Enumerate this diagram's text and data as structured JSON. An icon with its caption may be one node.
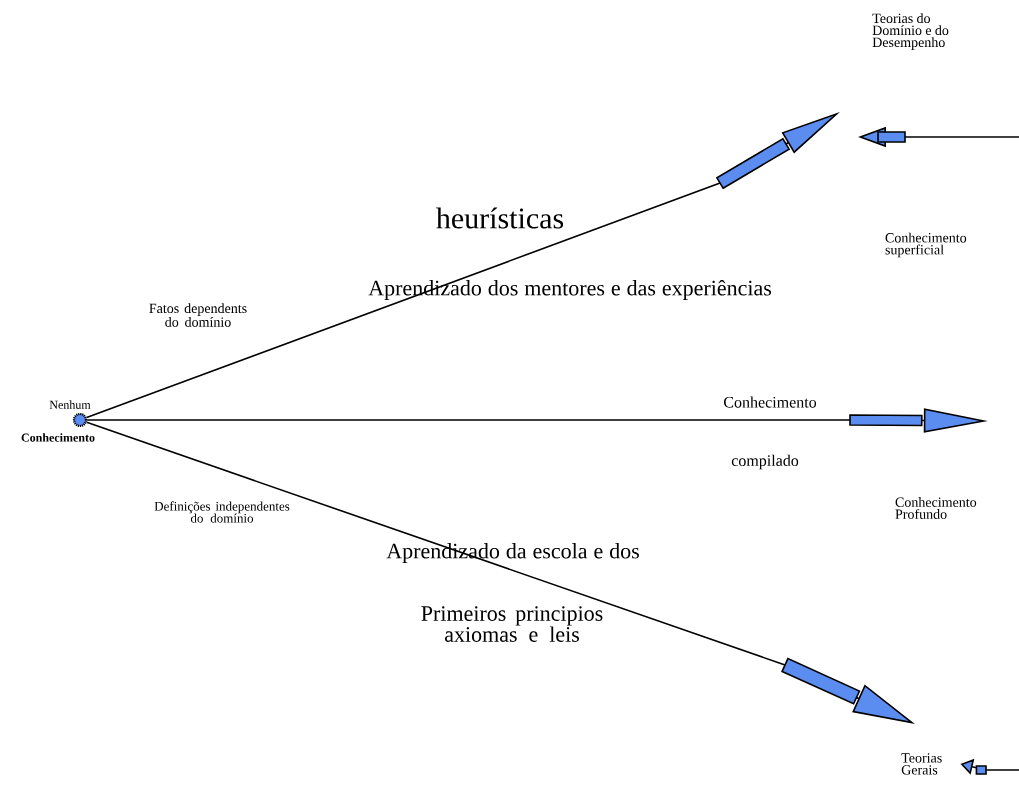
{
  "diagram": {
    "nodes": [
      {
        "text": [],
        "shape": "circle",
        "beside": [
          "Nenhum",
          "Conhecimento"
        ]
      },
      {
        "text": [
          "Teorias do Domínio e do Desempenho"
        ]
      },
      {
        "text": [
          "Teorias Gerais"
        ]
      }
    ],
    "edges": [
      {
        "from": 0,
        "to": null,
        "arrow": "to"
      },
      {
        "from": 0,
        "to": null,
        "arrow": "to"
      },
      {
        "from": 0,
        "to": null,
        "arrow": "to"
      },
      {
        "from": null,
        "to": 2,
        "arrow": "to"
      }
    ],
    "labels": [
      "heurísticas",
      "Aprendizado dos mentores e das experiências",
      "Fatos dependents do domínio",
      "Conhecimento superficial",
      "Conhecimento",
      "compilado",
      "Definições independentes do domínio",
      "Conhecimento Profundo",
      "Aprendizado da escola e dos",
      "Primeiros principios axiomas e leis"
    ]
  }
}
